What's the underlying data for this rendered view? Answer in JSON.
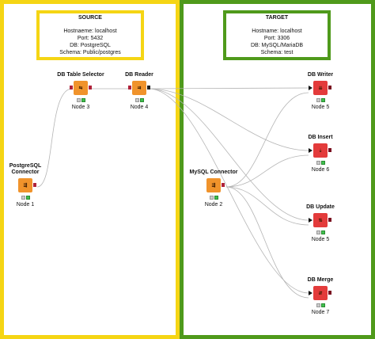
{
  "source": {
    "title": "SOURCE",
    "lines": [
      "Hostnaeme: localhost",
      "Port: 5432",
      "DB: PostgreSQL",
      "Schema: Public/postgres"
    ]
  },
  "target": {
    "title": "TARGET",
    "lines": [
      "Hostname: localhost",
      "Port: 3306",
      "DB: MySQL/MariaDB",
      "Schema: test"
    ]
  },
  "nodes": {
    "postgres": {
      "label_line1": "PostgreSQL",
      "label_line2": "Connector",
      "name": "Node 1",
      "color": "orange",
      "icon": "database-connector-icon"
    },
    "table_selector": {
      "label": "DB Table Selector",
      "name": "Node 3",
      "color": "orange",
      "icon": "table-selector-icon"
    },
    "reader": {
      "label": "DB Reader",
      "name": "Node 4",
      "color": "orange",
      "icon": "db-reader-icon"
    },
    "mysql": {
      "label": "MySQL Connector",
      "name": "Node 2",
      "color": "orange",
      "icon": "database-connector-icon"
    },
    "writer": {
      "label": "DB Writer",
      "name": "Node 5",
      "color": "red",
      "icon": "db-writer-icon"
    },
    "insert": {
      "label": "DB Insert",
      "name": "Node 6",
      "color": "red",
      "icon": "db-insert-icon"
    },
    "update": {
      "label": "DB Update",
      "name": "Node 5",
      "color": "red",
      "icon": "db-update-icon"
    },
    "merge": {
      "label": "DB Merge",
      "name": "Node 7",
      "color": "red",
      "icon": "db-merge-icon"
    }
  },
  "colors": {
    "source_border": "#f5d514",
    "target_border": "#4f9a1b",
    "node_orange": "#f0932b",
    "node_red": "#e33b3b"
  }
}
